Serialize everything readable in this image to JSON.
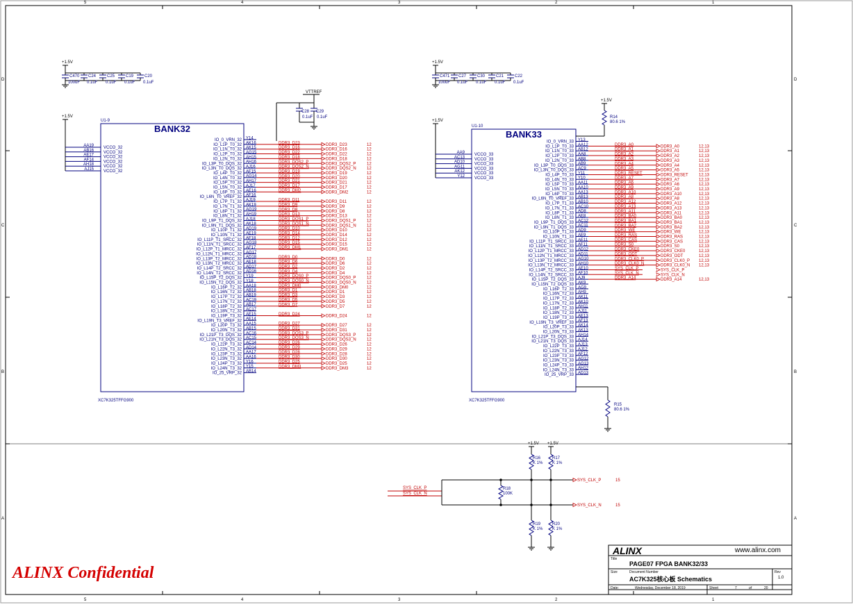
{
  "border": {
    "cols_top": [
      "5",
      "4",
      "3",
      "2",
      "1"
    ],
    "cols_bottom": [
      "5",
      "4",
      "3",
      "2",
      "1"
    ],
    "rows_left": [
      "D",
      "C",
      "B",
      "A"
    ],
    "rows_right": [
      "D",
      "C",
      "B",
      "A"
    ]
  },
  "bank32": {
    "title": "BANK32",
    "ref": "U1-9",
    "part": "XC7K325TFFG900",
    "vcc_label": "+1.5V",
    "vcc_pins": [
      "AA19",
      "AB16",
      "AE17",
      "AF14",
      "AH18",
      "AJ15"
    ],
    "vcc_names": [
      "VCCO_32",
      "VCCO_32",
      "VCCO_32",
      "VCCO_32",
      "VCCO_32",
      "VCCO_32"
    ],
    "pins": [
      {
        "name": "IO_0_VRN_32",
        "pin": "Y14",
        "net": "",
        "ref": ""
      },
      {
        "name": "IO_L1P_T0_32",
        "pin": "AK16",
        "net": "DDR3_D23",
        "ref": "12"
      },
      {
        "name": "IO_L1N_T0_32",
        "pin": "AK15",
        "net": "DDR3_D16",
        "ref": "12"
      },
      {
        "name": "IO_L2P_T0_32",
        "pin": "AG15",
        "net": "DDR3_D22",
        "ref": "12"
      },
      {
        "name": "IO_L2N_T0_32",
        "pin": "AH15",
        "net": "DDR3_D18",
        "ref": "12"
      },
      {
        "name": "IO_L3P_T0_DQS_32",
        "pin": "AH16",
        "net": "DDR3_DQS2_P",
        "ref": "12"
      },
      {
        "name": "IO_L3N_T0_DQS_32",
        "pin": "AJ16",
        "net": "DDR3_DQS2_N",
        "ref": "12"
      },
      {
        "name": "IO_L4P_T0_32",
        "pin": "AF15",
        "net": "DDR3_D19",
        "ref": "12"
      },
      {
        "name": "IO_L4N_T0_32",
        "pin": "AG14",
        "net": "DDR3_D20",
        "ref": "12"
      },
      {
        "name": "IO_L5P_T0_32",
        "pin": "AH17",
        "net": "DDR3_D21",
        "ref": "12"
      },
      {
        "name": "IO_L5N_T0_32",
        "pin": "AJ17",
        "net": "DDR3_D17",
        "ref": "12"
      },
      {
        "name": "IO_L6P_T0_32",
        "pin": "AE16",
        "net": "DDR3_DM2",
        "ref": "12"
      },
      {
        "name": "IO_L6N_T0_VREF_32",
        "pin": "AF16",
        "net": "",
        "ref": ""
      },
      {
        "name": "IO_L7P_T1_32",
        "pin": "AJ19",
        "net": "DDR3_D11",
        "ref": "12"
      },
      {
        "name": "IO_L7N_T1_32",
        "pin": "AK19",
        "net": "DDR3_D9",
        "ref": "12"
      },
      {
        "name": "IO_L8P_T1_32",
        "pin": "AG19",
        "net": "DDR3_D8",
        "ref": "12"
      },
      {
        "name": "IO_L8N_T1_32",
        "pin": "AH19",
        "net": "DDR3_D13",
        "ref": "12"
      },
      {
        "name": "IO_L9P_T1_DQS_32",
        "pin": "AJ18",
        "net": "DDR3_DQS1_P",
        "ref": "12"
      },
      {
        "name": "IO_L9N_T1_DQS_32",
        "pin": "AK18",
        "net": "DDR3_DQS1_N",
        "ref": "12"
      },
      {
        "name": "IO_L10P_T1_32",
        "pin": "AD19",
        "net": "DDR3_D10",
        "ref": "12"
      },
      {
        "name": "IO_L10N_T1_32",
        "pin": "AE19",
        "net": "DDR3_D14",
        "ref": "12"
      },
      {
        "name": "IO_L11P_T1_SRCC_32",
        "pin": "AF18",
        "net": "DDR3_D12",
        "ref": "12"
      },
      {
        "name": "IO_L11N_T1_SRCC_32",
        "pin": "AG18",
        "net": "DDR3_D15",
        "ref": "12"
      },
      {
        "name": "IO_L12P_T1_MRCC_32",
        "pin": "AF17",
        "net": "DDR3_DM1",
        "ref": "12"
      },
      {
        "name": "IO_L12N_T1_MRCC_32",
        "pin": "AG17",
        "net": "",
        "ref": ""
      },
      {
        "name": "IO_L13P_T2_MRCC_32",
        "pin": "AD18",
        "net": "DDR3_D0",
        "ref": "12"
      },
      {
        "name": "IO_L13N_T2_MRCC_32",
        "pin": "AE18",
        "net": "DDR3_D6",
        "ref": "12"
      },
      {
        "name": "IO_L14P_T2_SRCC_32",
        "pin": "AD17",
        "net": "DDR3_D2",
        "ref": "12"
      },
      {
        "name": "IO_L14N_T2_SRCC_32",
        "pin": "AD16",
        "net": "DDR3_D4",
        "ref": "12"
      },
      {
        "name": "IO_L15P_T2_DQS_32",
        "pin": "Y19",
        "net": "DDR3_DQS0_P",
        "ref": "12"
      },
      {
        "name": "IO_L15N_T2_DQS_32",
        "pin": "Y18",
        "net": "DDR3_DQS0_N",
        "ref": "12"
      },
      {
        "name": "IO_L16P_T2_32",
        "pin": "AA18",
        "net": "DDR3_DM0",
        "ref": "12"
      },
      {
        "name": "IO_L16N_T2_32",
        "pin": "AB18",
        "net": "DDR3_D1",
        "ref": "12"
      },
      {
        "name": "IO_L17P_T2_32",
        "pin": "AB19",
        "net": "DDR3_D3",
        "ref": "12"
      },
      {
        "name": "IO_L17N_T2_32",
        "pin": "AC19",
        "net": "DDR3_D5",
        "ref": "12"
      },
      {
        "name": "IO_L18P_T2_32",
        "pin": "AB17",
        "net": "DDR3_D7",
        "ref": "12"
      },
      {
        "name": "IO_L18N_T2_32",
        "pin": "AC17",
        "net": "",
        "ref": ""
      },
      {
        "name": "IO_L19P_T3_32",
        "pin": "AE15",
        "net": "DDR3_D24",
        "ref": "12"
      },
      {
        "name": "IO_L19N_T3_VREF_32",
        "pin": "AE14",
        "net": "",
        "ref": ""
      },
      {
        "name": "IO_L20P_T3_32",
        "pin": "AA15",
        "net": "DDR3_D27",
        "ref": "12"
      },
      {
        "name": "IO_L20N_T3_32",
        "pin": "AB15",
        "net": "DDR3_D31",
        "ref": "12"
      },
      {
        "name": "IO_L21P_T3_DQS_32",
        "pin": "AC16",
        "net": "DDR3_DQS3_P",
        "ref": "12"
      },
      {
        "name": "IO_L21N_T3_DQS_32",
        "pin": "AC15",
        "net": "DDR3_DQS3_N",
        "ref": "12"
      },
      {
        "name": "IO_L22P_T3_32",
        "pin": "AC14",
        "net": "DDR3_D26",
        "ref": "12"
      },
      {
        "name": "IO_L22N_T3_32",
        "pin": "AD14",
        "net": "DDR3_D29",
        "ref": "12"
      },
      {
        "name": "IO_L23P_T3_32",
        "pin": "AA17",
        "net": "DDR3_D28",
        "ref": "12"
      },
      {
        "name": "IO_L23N_T3_32",
        "pin": "AA16",
        "net": "DDR3_D30",
        "ref": "12"
      },
      {
        "name": "IO_L24P_T3_32",
        "pin": "Y16",
        "net": "DDR3_D25",
        "ref": "12"
      },
      {
        "name": "IO_L24N_T3_32",
        "pin": "Y15",
        "net": "DDR3_DM3",
        "ref": "12"
      },
      {
        "name": "IO_25_VRP_32",
        "pin": "AB14",
        "net": "",
        "ref": ""
      }
    ]
  },
  "bank33": {
    "title": "BANK33",
    "ref": "U1-10",
    "part": "XC7K325TFFG900",
    "vcc_label": "+1.5V",
    "vcc_pins": [
      "AA9",
      "AC13",
      "AD10",
      "AG11",
      "AK12",
      "Y12"
    ],
    "vcc_names": [
      "VCCO_33",
      "VCCO_33",
      "VCCO_33",
      "VCCO_33",
      "VCCO_33",
      "VCCO_33"
    ],
    "pins": [
      {
        "name": "IO_0_VRN_33",
        "pin": "Y13",
        "net": "",
        "ref": ""
      },
      {
        "name": "IO_L1P_T0_33",
        "pin": "AA12",
        "net": "DDR3_A0",
        "ref": "12,13"
      },
      {
        "name": "IO_L1N_T0_33",
        "pin": "AB12",
        "net": "DDR3_A1",
        "ref": "12,13"
      },
      {
        "name": "IO_L2P_T0_33",
        "pin": "AA8",
        "net": "DDR3_A2",
        "ref": "12,13"
      },
      {
        "name": "IO_L2N_T0_33",
        "pin": "AB8",
        "net": "DDR3_A3",
        "ref": "12,13"
      },
      {
        "name": "IO_L3P_T0_DQS_33",
        "pin": "AB9",
        "net": "DDR3_A4",
        "ref": "12,13"
      },
      {
        "name": "IO_L3N_T0_DQS_33",
        "pin": "AC9",
        "net": "DDR3_A5",
        "ref": "12,13"
      },
      {
        "name": "IO_L4P_T0_33",
        "pin": "Y11",
        "net": "DDR3_RESET",
        "ref": "12,13"
      },
      {
        "name": "IO_L4N_T0_33",
        "pin": "Y10",
        "net": "DDR3_A7",
        "ref": "12,13"
      },
      {
        "name": "IO_L5P_T0_33",
        "pin": "AA11",
        "net": "DDR3_A6",
        "ref": "12,13"
      },
      {
        "name": "IO_L5N_T0_33",
        "pin": "AA10",
        "net": "DDR3_A9",
        "ref": "12,13"
      },
      {
        "name": "IO_L6P_T0_33",
        "pin": "AA13",
        "net": "DDR3_A10",
        "ref": "12,13"
      },
      {
        "name": "IO_L6N_T0_VREF_33",
        "pin": "AB13",
        "net": "DDR3_A8",
        "ref": "12,13"
      },
      {
        "name": "IO_L7P_T1_33",
        "pin": "AB10",
        "net": "DDR3_A12",
        "ref": "12,13"
      },
      {
        "name": "IO_L7N_T1_33",
        "pin": "AC10",
        "net": "DDR3_A13",
        "ref": "12,13"
      },
      {
        "name": "IO_L8P_T1_33",
        "pin": "AD8",
        "net": "DDR3_A11",
        "ref": "12,13"
      },
      {
        "name": "IO_L8N_T1_33",
        "pin": "AE8",
        "net": "DDR3_BA0",
        "ref": "12,13"
      },
      {
        "name": "IO_L9P_T1_DQS_33",
        "pin": "AC12",
        "net": "DDR3_BA1",
        "ref": "12,13"
      },
      {
        "name": "IO_L9N_T1_DQS_33",
        "pin": "AC11",
        "net": "DDR3_BA2",
        "ref": "12,13"
      },
      {
        "name": "IO_L10P_T1_33",
        "pin": "AD9",
        "net": "DDR3_WE",
        "ref": "12,13"
      },
      {
        "name": "IO_L10N_T1_33",
        "pin": "AE9",
        "net": "DDR3_RAS",
        "ref": "12,13"
      },
      {
        "name": "IO_L11P_T1_SRCC_33",
        "pin": "AE11",
        "net": "DDR3_CAS",
        "ref": "12,13"
      },
      {
        "name": "IO_L11N_T1_SRCC_33",
        "pin": "AF11",
        "net": "DDR3_S0",
        "ref": "12,13"
      },
      {
        "name": "IO_L12P_T1_MRCC_33",
        "pin": "AD12",
        "net": "DDR3_CKE0",
        "ref": "12,13"
      },
      {
        "name": "IO_L12N_T1_MRCC_33",
        "pin": "AD11",
        "net": "DDR3_ODT",
        "ref": "12,13"
      },
      {
        "name": "IO_L13P_T2_MRCC_33",
        "pin": "AG10",
        "net": "DDR3_CLK0_P",
        "ref": "12,13"
      },
      {
        "name": "IO_L13N_T2_MRCC_33",
        "pin": "AH10",
        "net": "DDR3_CLK0_N",
        "ref": "12,13"
      },
      {
        "name": "IO_L14P_T2_SRCC_33",
        "pin": "AE10",
        "net": "SYS_CLK_P",
        "ref": ""
      },
      {
        "name": "IO_L14N_T2_SRCC_33",
        "pin": "AF10",
        "net": "SYS_CLK_N",
        "ref": ""
      },
      {
        "name": "IO_L15P_T2_DQS_33",
        "pin": "AJ9",
        "net": "DDR3_A14",
        "ref": "12,13"
      },
      {
        "name": "IO_L15N_T2_DQS_33",
        "pin": "AK9",
        "net": "",
        "ref": ""
      },
      {
        "name": "IO_L16P_T2_33",
        "pin": "AG9",
        "net": "",
        "ref": ""
      },
      {
        "name": "IO_L16N_T2_33",
        "pin": "AH9",
        "net": "",
        "ref": ""
      },
      {
        "name": "IO_L17P_T2_33",
        "pin": "AK11",
        "net": "",
        "ref": ""
      },
      {
        "name": "IO_L17N_T2_33",
        "pin": "AK10",
        "net": "",
        "ref": ""
      },
      {
        "name": "IO_L18P_T2_33",
        "pin": "AH11",
        "net": "",
        "ref": ""
      },
      {
        "name": "IO_L18N_T2_33",
        "pin": "AJ11",
        "net": "",
        "ref": ""
      },
      {
        "name": "IO_L19P_T3_33",
        "pin": "AE13",
        "net": "",
        "ref": ""
      },
      {
        "name": "IO_L19N_T3_VREF_33",
        "pin": "AF13",
        "net": "",
        "ref": ""
      },
      {
        "name": "IO_L20P_T3_33",
        "pin": "AK14",
        "net": "",
        "ref": ""
      },
      {
        "name": "IO_L20N_T3_33",
        "pin": "AK13",
        "net": "",
        "ref": ""
      },
      {
        "name": "IO_L21P_T3_DQS_33",
        "pin": "AH14",
        "net": "",
        "ref": ""
      },
      {
        "name": "IO_L21N_T3_DQS_33",
        "pin": "AJ14",
        "net": "",
        "ref": ""
      },
      {
        "name": "IO_L22P_T3_33",
        "pin": "AJ13",
        "net": "",
        "ref": ""
      },
      {
        "name": "IO_L22N_T3_33",
        "pin": "AJ12",
        "net": "",
        "ref": ""
      },
      {
        "name": "IO_L23P_T3_33",
        "pin": "AF12",
        "net": "",
        "ref": ""
      },
      {
        "name": "IO_L23N_T3_33",
        "pin": "AG12",
        "net": "",
        "ref": ""
      },
      {
        "name": "IO_L24P_T3_33",
        "pin": "AG13",
        "net": "",
        "ref": ""
      },
      {
        "name": "IO_L24N_T3_33",
        "pin": "AH12",
        "net": "",
        "ref": ""
      },
      {
        "name": "IO_25_VRP_33",
        "pin": "AD13",
        "net": "",
        "ref": ""
      }
    ]
  },
  "decap_left": {
    "vcc": "+1.5V",
    "caps": [
      {
        "ref": "C470",
        "val": "100uF"
      },
      {
        "ref": "C24",
        "val": "0.1uF"
      },
      {
        "ref": "C25",
        "val": "0.1uF"
      },
      {
        "ref": "C19",
        "val": "0.1uF"
      },
      {
        "ref": "C20",
        "val": "0.1uF"
      }
    ]
  },
  "decap_right": {
    "vcc": "+1.5V",
    "caps": [
      {
        "ref": "C471",
        "val": "100uF"
      },
      {
        "ref": "C27",
        "val": "0.1uF"
      },
      {
        "ref": "C30",
        "val": "0.1uF"
      },
      {
        "ref": "C21",
        "val": "0.1uF"
      },
      {
        "ref": "C22",
        "val": "0.1uF"
      }
    ]
  },
  "vttref": {
    "label": "VTTREF",
    "caps": [
      {
        "ref": "C28",
        "val": "0.1uF"
      },
      {
        "ref": "C29",
        "val": "0.1uF"
      }
    ]
  },
  "r14": {
    "vcc": "+1.5V",
    "ref": "R14",
    "val": "80.6 1%"
  },
  "r15": {
    "ref": "R15",
    "val": "80.6 1%"
  },
  "clock": {
    "in_p": "SYS_CLK_P",
    "in_n": "SYS_CLK_N",
    "vcc1": "+1.5V",
    "vcc2": "+1.5V",
    "r16": {
      "ref": "R16",
      "val": "K 1%"
    },
    "r17": {
      "ref": "R17",
      "val": "K 1%"
    },
    "r18": {
      "ref": "R18",
      "val": "100K"
    },
    "r19": {
      "ref": "R19",
      "val": "K 1%"
    },
    "r20": {
      "ref": "R20",
      "val": "K 1%"
    },
    "out_p": "SYS_CLK_P",
    "out_n": "SYS_CLK_N",
    "out_p_ref": "15",
    "out_n_ref": "15"
  },
  "titleblock": {
    "logo": "ALINX",
    "url": "www.alinx.com",
    "title_lbl": "Title",
    "title": "PAGE07 FPGA BANK32/33",
    "size_lbl": "Size",
    "docnum_lbl": "Document Number",
    "docnum": "AC7K325核心板 Schematics",
    "rev_lbl": "Rev",
    "rev": "1.0",
    "date_lbl": "Date:",
    "date": "Wednesday, December 18, 2019",
    "sheet_lbl": "Sheet",
    "sheet": "7",
    "of_lbl": "of",
    "total": "20"
  },
  "confidential": "ALINX Confidential",
  "colors": {
    "frame": "#000000",
    "symbol": "#00007f",
    "wire": "#000000",
    "net": "#c00000",
    "blue_text": "#00007f"
  }
}
